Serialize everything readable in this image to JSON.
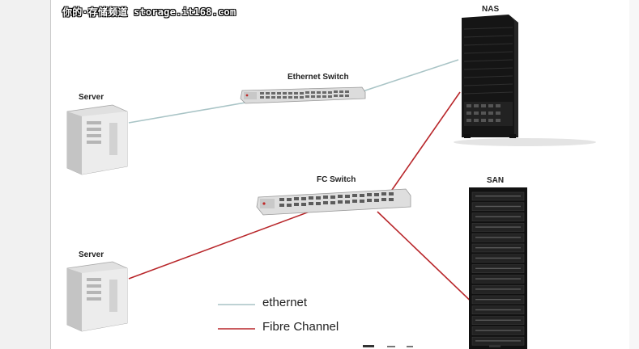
{
  "watermark": "你的·存储频道 storage.it168.com",
  "labels": {
    "nas": "NAS",
    "ethernet_switch": "Ethernet Switch",
    "server_top": "Server",
    "fc_switch": "FC Switch",
    "san": "SAN",
    "server_bottom": "Server"
  },
  "legend": [
    {
      "label": "ethernet",
      "color": "#a9c4c6"
    },
    {
      "label": "Fibre Channel",
      "color": "#b8262a"
    }
  ],
  "colors": {
    "ethernet": "#a9c4c6",
    "fibre_channel": "#b8262a"
  }
}
